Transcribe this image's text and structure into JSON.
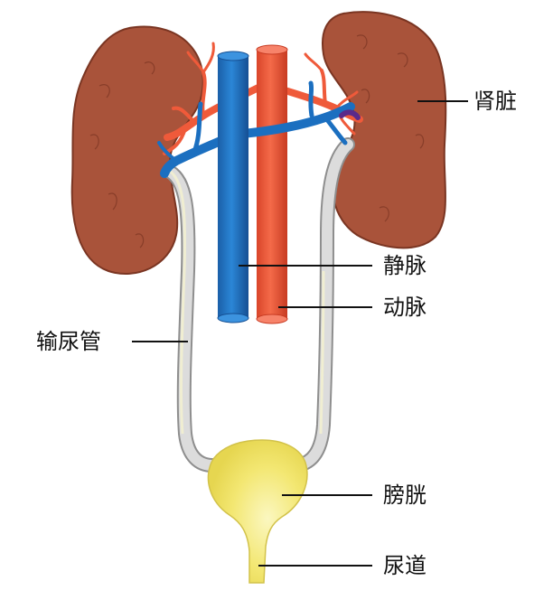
{
  "labels": {
    "kidney": "肾脏",
    "vein": "静脉",
    "artery": "动脉",
    "ureter": "输尿管",
    "bladder": "膀胱",
    "urethra": "尿道"
  },
  "colors": {
    "kidney": "#a9533a",
    "kidney_outline": "#7a3522",
    "vein": "#1b6fc0",
    "artery": "#ef5a3a",
    "ureter": "#d8d8d8",
    "bladder": "#f2e56c",
    "purple_vessel": "#5a2a8a",
    "leader_line": "#111111"
  }
}
